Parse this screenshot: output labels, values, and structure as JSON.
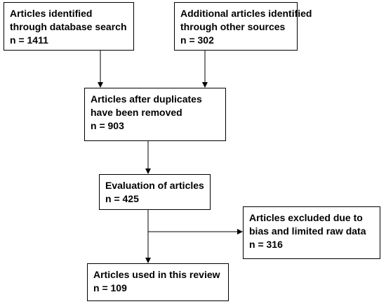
{
  "boxes": {
    "database_search": {
      "line1": "Articles identified",
      "line2": "through database search",
      "count": "n = 1411"
    },
    "other_sources": {
      "line1": "Additional articles identified",
      "line2": "through other sources",
      "count": "n = 302"
    },
    "after_duplicates": {
      "line1": "Articles after duplicates",
      "line2": "have been removed",
      "count": "n = 903"
    },
    "evaluation": {
      "line1": "Evaluation of articles",
      "count": "n = 425"
    },
    "excluded": {
      "line1": "Articles excluded due to",
      "line2": "bias and limited raw data",
      "count": "n = 316"
    },
    "used": {
      "line1": "Articles used in this review",
      "count": "n = 109"
    }
  }
}
